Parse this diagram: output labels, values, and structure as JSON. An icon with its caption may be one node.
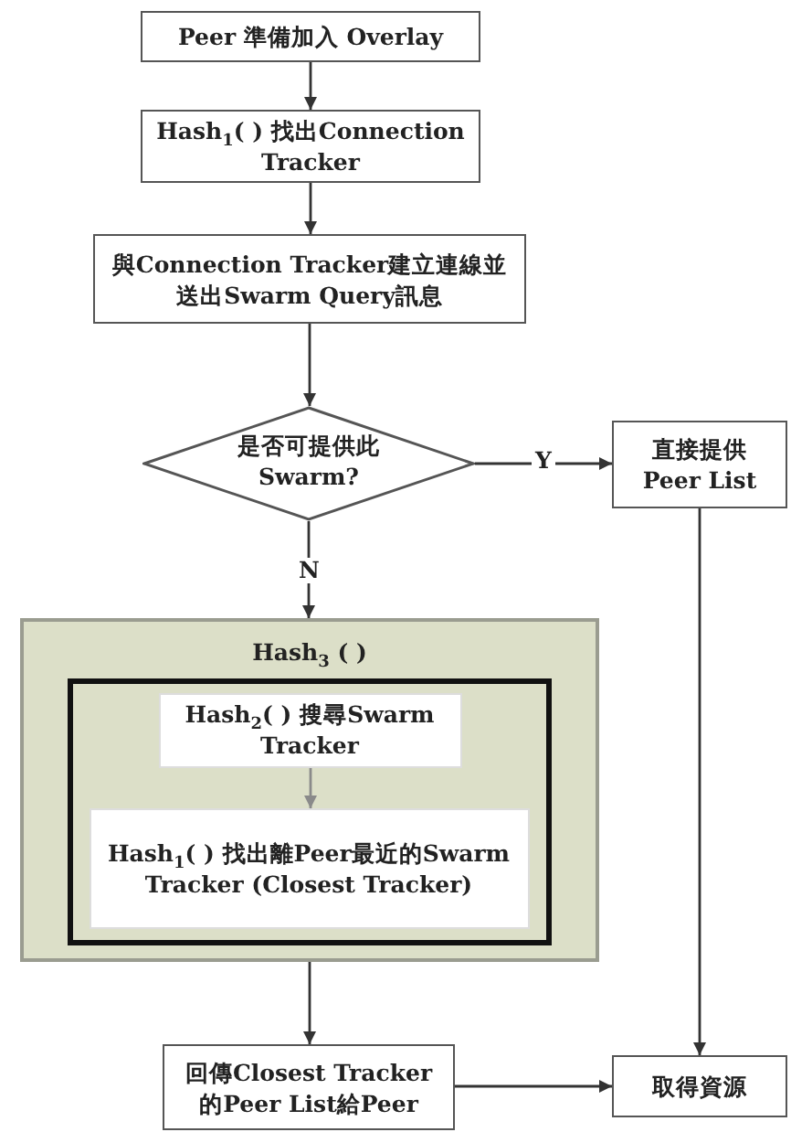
{
  "diagram": {
    "nodes": [
      {
        "text": [
          "Peer 準備加入 Overlay"
        ]
      },
      {
        "text": [
          "Hash$_{1}$( ) 找出Connection Tracker"
        ]
      },
      {
        "text": [
          "與Connection Tracker建立連線並送出Swarm Query訊息"
        ]
      },
      {
        "text": [
          "是否可提供此Swarm?"
        ]
      },
      {
        "text": [
          "直接提供Peer List"
        ]
      },
      {
        "text": [
          "Hash$_{3}$ ( )"
        ]
      },
      {
        "text": [],
        "shape": "box",
        "in": 5
      },
      {
        "text": [
          "Hash$_{2}$( ) 搜尋Swarm Tracker"
        ],
        "in": 6
      },
      {
        "text": [
          "Hash$_{1}$( ) 找出離Peer最近的Swarm Tracker (Closest Tracker)"
        ],
        "in": 6
      },
      {
        "text": [
          "回傳Closest Tracker的Peer List給Peer"
        ]
      },
      {
        "text": [
          "取得資源"
        ]
      }
    ],
    "edges": [
      {
        "from": 0,
        "to": 1,
        "arrow": "to"
      },
      {
        "from": 1,
        "to": 2,
        "arrow": "to"
      },
      {
        "from": 2,
        "to": 3,
        "arrow": "to"
      },
      {
        "from": 3,
        "to": 4,
        "arrow": "to",
        "label": "Y"
      },
      {
        "from": 3,
        "to": 5,
        "arrow": "to",
        "label": "N"
      },
      {
        "from": 7,
        "to": 8,
        "arrow": "to",
        "color": "#8a8a8a"
      },
      {
        "from": 5,
        "to": 9,
        "arrow": "to"
      },
      {
        "from": 4,
        "to": 10,
        "arrow": "to"
      },
      {
        "from": 9,
        "to": 10,
        "arrow": "to"
      }
    ]
  }
}
